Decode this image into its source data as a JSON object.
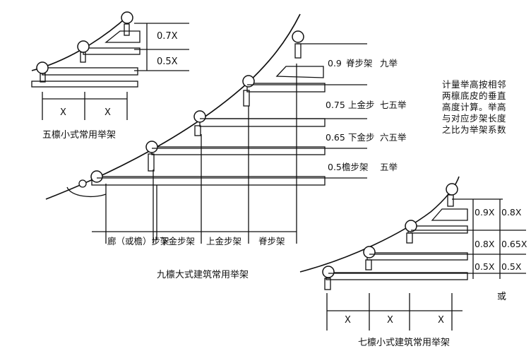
{
  "diagram_five": {
    "title": "五檩小式常用举架",
    "ratio_top": "0.7X",
    "ratio_bottom": "0.5X",
    "span_left": "X",
    "span_right": "X"
  },
  "diagram_nine": {
    "title": "九檩大式建筑常用举架",
    "rows": [
      {
        "ratio": "0.9",
        "step": "脊步架",
        "name": "九举"
      },
      {
        "ratio": "0.75",
        "step": "上金步",
        "name": "七五举"
      },
      {
        "ratio": "0.65",
        "step": "下金步",
        "name": "六五举"
      },
      {
        "ratio": "0.5",
        "step": "檐步架",
        "name": "五举"
      }
    ],
    "bottom_labels": [
      "廊（或檐）步架",
      "下金步架",
      "上金步架",
      "脊步架"
    ]
  },
  "note_lines": [
    "计量举高按相邻",
    "两檩底皮的垂直",
    "高度计算。举高",
    "与对应步架长度",
    "之比为举架系数"
  ],
  "diagram_seven": {
    "title": "七檩小式建筑常用举架",
    "ratios_a": [
      "0.9X",
      "0.8X",
      "0.5X"
    ],
    "ratios_b": [
      "0.8X",
      "0.65X",
      "0.5X"
    ],
    "or_label": "或",
    "spans": [
      "X",
      "X",
      "X"
    ]
  }
}
